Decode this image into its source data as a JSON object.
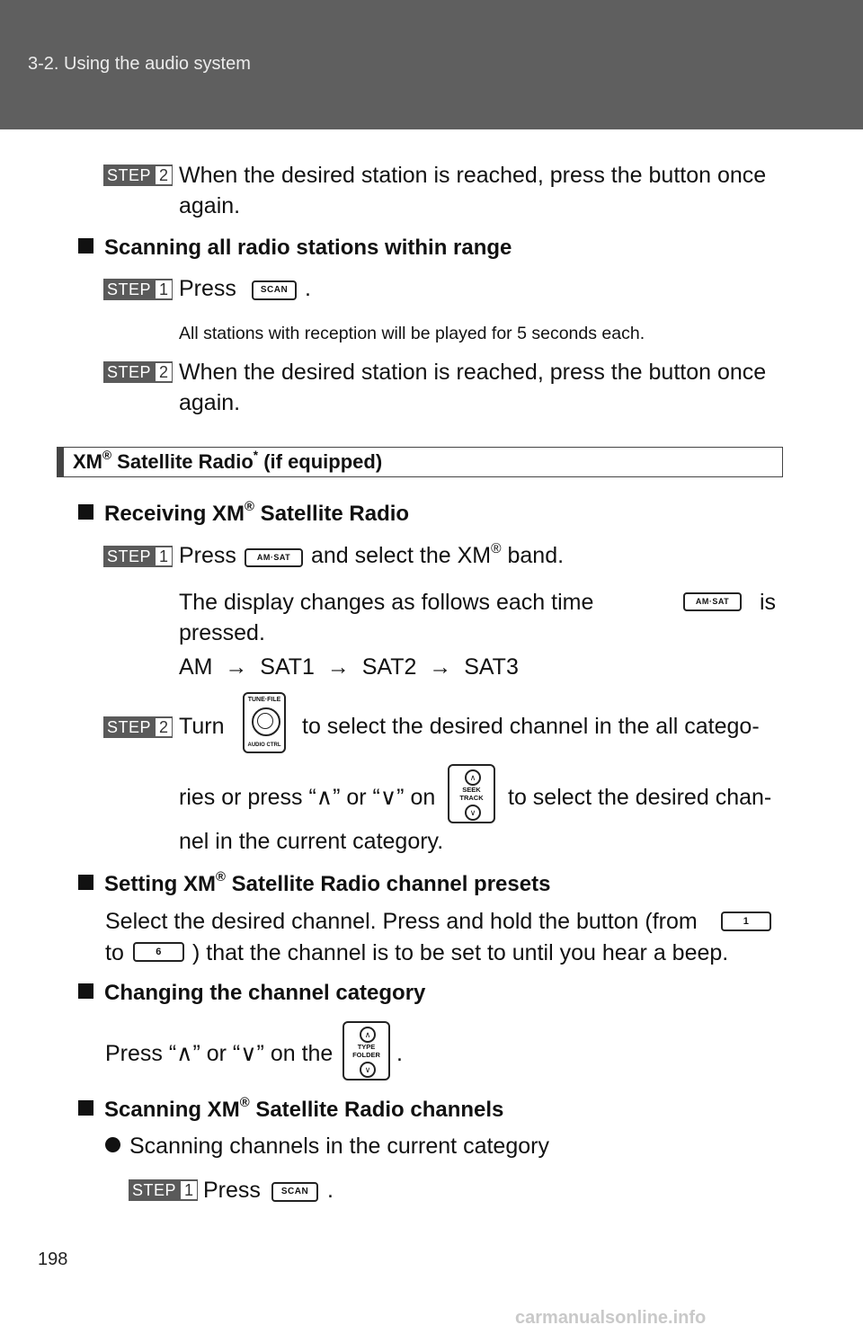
{
  "header": {
    "title": "3-2. Using the audio system"
  },
  "step_labels": {
    "step_word": "STEP",
    "one": "1",
    "two": "2"
  },
  "block1": {
    "line1": "When the desired station is reached, press the button once",
    "line2": "again."
  },
  "scan_range": {
    "heading": "Scanning all radio stations within range",
    "step1_press": "Press",
    "step1_end": ".",
    "note": "All stations with reception will be played for 5 seconds each.",
    "step2_line1": "When the desired station is reached, press the button once",
    "step2_line2": "again."
  },
  "section": {
    "title_a": "XM",
    "reg": "®",
    "title_b": " Satellite Radio",
    "star": "*",
    "title_c": " (if equipped)"
  },
  "receiving": {
    "heading_a": "Receiving XM",
    "heading_b": " Satellite Radio",
    "step1_press": "Press",
    "step1_rest_a": "and select the XM",
    "step1_rest_b": " band.",
    "display_line1_a": "The display changes as follows each time",
    "display_line1_b": "is",
    "display_line2": "pressed.",
    "sequence": "AM  →  SAT1  →  SAT2  →  SAT3",
    "step2_turn": "Turn",
    "step2_rest": "to select the desired channel in the all catego-",
    "line_b_a": "ries or press “∧” or “∨” on",
    "line_b_b": "to select the desired chan-",
    "line_c": "nel in the current category."
  },
  "presets": {
    "heading_a": "Setting XM",
    "heading_b": " Satellite Radio channel presets",
    "line1": "Select the desired channel. Press and hold the button (from",
    "line2_a": "to",
    "line2_b": ") that the channel is to be set to until you hear a beep."
  },
  "category": {
    "heading": "Changing the channel category",
    "line_a": "Press “∧” or “∨” on the",
    "line_b": "."
  },
  "scanning": {
    "heading_a": "Scanning XM",
    "heading_b": " Satellite Radio channels",
    "bullet": "Scanning channels in the current category",
    "step1_press": "Press",
    "step1_end": "."
  },
  "buttons": {
    "scan": "SCAN",
    "amsat": "AM·SAT",
    "preset1": "1",
    "preset6": "6",
    "tune_top": "TUNE·FILE",
    "tune_bottom": "AUDIO CTRL",
    "seek_a": "SEEK",
    "seek_b": "TRACK",
    "type_a": "TYPE",
    "type_b": "FOLDER"
  },
  "footer": {
    "page_number": "198",
    "watermark": "carmanualsonline.info"
  }
}
